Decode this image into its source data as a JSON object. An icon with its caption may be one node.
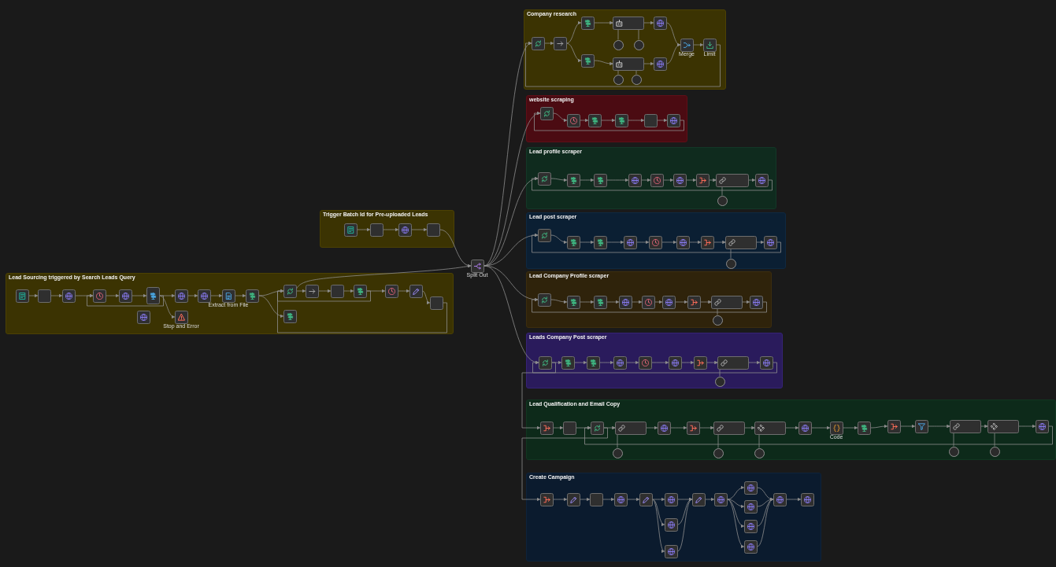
{
  "diagram": {
    "nodes": [
      {
        "text": [
          "Lead Sourcing triggered by Search Leads Query"
        ]
      },
      {
        "text": [],
        "shape": "box",
        "in": 0
      },
      {
        "text": [],
        "shape": "box",
        "in": 0
      },
      {
        "text": [],
        "shape": "box",
        "in": 0
      },
      {
        "text": [],
        "shape": "box",
        "in": 0
      },
      {
        "text": [],
        "shape": "box",
        "in": 0
      },
      {
        "text": [],
        "shape": "box",
        "in": 0
      },
      {
        "text": [],
        "shape": "box",
        "in": 0
      },
      {
        "text": [],
        "shape": "box",
        "in": 0
      },
      {
        "text": [
          "Stop and Error"
        ],
        "in": 0
      },
      {
        "text": [],
        "shape": "box",
        "in": 0
      },
      {
        "text": [
          "Extract from File"
        ],
        "in": 0
      },
      {
        "text": [],
        "shape": "box",
        "in": 0
      },
      {
        "text": [],
        "shape": "box",
        "in": 0
      },
      {
        "text": [],
        "shape": "box",
        "in": 0
      },
      {
        "text": [],
        "shape": "box",
        "in": 0
      },
      {
        "text": [],
        "shape": "box",
        "in": 0
      },
      {
        "text": [],
        "shape": "box",
        "in": 0
      },
      {
        "text": [],
        "shape": "box",
        "in": 0
      },
      {
        "text": [],
        "shape": "box",
        "in": 0
      },
      {
        "text": [],
        "shape": "box",
        "in": 0
      },
      {
        "text": [
          "Trigger Batch Id for Pre-uploaded Leads"
        ]
      },
      {
        "text": [],
        "shape": "box",
        "in": 21
      },
      {
        "text": [],
        "shape": "box",
        "in": 21
      },
      {
        "text": [],
        "shape": "box",
        "in": 21
      },
      {
        "text": [],
        "shape": "box",
        "in": 21
      },
      {
        "text": [
          "Split Out"
        ]
      },
      {
        "text": [
          "Company research"
        ]
      },
      {
        "text": [],
        "shape": "box",
        "in": 27
      },
      {
        "text": [],
        "shape": "box",
        "in": 27
      },
      {
        "text": [],
        "shape": "box",
        "in": 27
      },
      {
        "text": [],
        "shape": "box",
        "in": 27
      },
      {
        "text": [],
        "shape": "box",
        "in": 27
      },
      {
        "text": [],
        "shape": "box",
        "in": 27
      },
      {
        "text": [],
        "shape": "circle",
        "in": 27
      },
      {
        "text": [],
        "shape": "circle",
        "in": 27
      },
      {
        "text": [],
        "shape": "circle",
        "in": 27
      },
      {
        "text": [],
        "shape": "circle",
        "in": 27
      },
      {
        "text": [],
        "shape": "box",
        "in": 27
      },
      {
        "text": [],
        "shape": "box",
        "in": 27
      },
      {
        "text": [
          "Merge"
        ],
        "in": 27
      },
      {
        "text": [
          "Limit"
        ],
        "in": 27
      },
      {
        "text": [
          "website scraping"
        ]
      },
      {
        "text": [],
        "shape": "box",
        "in": 42
      },
      {
        "text": [],
        "shape": "box",
        "in": 42
      },
      {
        "text": [],
        "shape": "box",
        "in": 42
      },
      {
        "text": [],
        "shape": "box",
        "in": 42
      },
      {
        "text": [],
        "shape": "box",
        "in": 42
      },
      {
        "text": [],
        "shape": "box",
        "in": 42
      },
      {
        "text": [
          "Lead profile scraper"
        ]
      },
      {
        "text": [],
        "shape": "box",
        "in": 49
      },
      {
        "text": [],
        "shape": "box",
        "in": 49
      },
      {
        "text": [],
        "shape": "box",
        "in": 49
      },
      {
        "text": [],
        "shape": "box",
        "in": 49
      },
      {
        "text": [],
        "shape": "box",
        "in": 49
      },
      {
        "text": [],
        "shape": "box",
        "in": 49
      },
      {
        "text": [],
        "shape": "box",
        "in": 49
      },
      {
        "text": [],
        "shape": "box",
        "in": 49
      },
      {
        "text": [],
        "shape": "box",
        "in": 49
      },
      {
        "text": [],
        "shape": "circle",
        "in": 49
      },
      {
        "text": [
          "Lead post scraper"
        ]
      },
      {
        "text": [],
        "shape": "box",
        "in": 60
      },
      {
        "text": [],
        "shape": "box",
        "in": 60
      },
      {
        "text": [],
        "shape": "box",
        "in": 60
      },
      {
        "text": [],
        "shape": "box",
        "in": 60
      },
      {
        "text": [],
        "shape": "box",
        "in": 60
      },
      {
        "text": [],
        "shape": "box",
        "in": 60
      },
      {
        "text": [],
        "shape": "box",
        "in": 60
      },
      {
        "text": [],
        "shape": "box",
        "in": 60
      },
      {
        "text": [],
        "shape": "box",
        "in": 60
      },
      {
        "text": [],
        "shape": "circle",
        "in": 60
      },
      {
        "text": [
          "Lead Company Profile scraper"
        ]
      },
      {
        "text": [],
        "shape": "box",
        "in": 71
      },
      {
        "text": [],
        "shape": "box",
        "in": 71
      },
      {
        "text": [],
        "shape": "box",
        "in": 71
      },
      {
        "text": [],
        "shape": "box",
        "in": 71
      },
      {
        "text": [],
        "shape": "box",
        "in": 71
      },
      {
        "text": [],
        "shape": "box",
        "in": 71
      },
      {
        "text": [],
        "shape": "box",
        "in": 71
      },
      {
        "text": [],
        "shape": "box",
        "in": 71
      },
      {
        "text": [],
        "shape": "box",
        "in": 71
      },
      {
        "text": [],
        "shape": "circle",
        "in": 71
      },
      {
        "text": [
          "Leads Company Post scraper"
        ]
      },
      {
        "text": [],
        "shape": "box",
        "in": 82
      },
      {
        "text": [],
        "shape": "box",
        "in": 82
      },
      {
        "text": [],
        "shape": "box",
        "in": 82
      },
      {
        "text": [],
        "shape": "box",
        "in": 82
      },
      {
        "text": [],
        "shape": "box",
        "in": 82
      },
      {
        "text": [],
        "shape": "box",
        "in": 82
      },
      {
        "text": [],
        "shape": "box",
        "in": 82
      },
      {
        "text": [],
        "shape": "box",
        "in": 82
      },
      {
        "text": [],
        "shape": "box",
        "in": 82
      },
      {
        "text": [],
        "shape": "circle",
        "in": 82
      },
      {
        "text": [
          "Lead Qualification and Email Copy"
        ]
      },
      {
        "text": [],
        "shape": "box",
        "in": 93
      },
      {
        "text": [],
        "shape": "box",
        "in": 93
      },
      {
        "text": [],
        "shape": "box",
        "in": 93
      },
      {
        "text": [],
        "shape": "box",
        "in": 93
      },
      {
        "text": [],
        "shape": "box",
        "in": 93
      },
      {
        "text": [],
        "shape": "box",
        "in": 93
      },
      {
        "text": [],
        "shape": "box",
        "in": 93
      },
      {
        "text": [],
        "shape": "box",
        "in": 93
      },
      {
        "text": [],
        "shape": "box",
        "in": 93
      },
      {
        "text": [
          "Code"
        ],
        "in": 93
      },
      {
        "text": [],
        "shape": "box",
        "in": 93
      },
      {
        "text": [],
        "shape": "box",
        "in": 93
      },
      {
        "text": [],
        "shape": "box",
        "in": 93
      },
      {
        "text": [],
        "shape": "box",
        "in": 93
      },
      {
        "text": [],
        "shape": "box",
        "in": 93
      },
      {
        "text": [],
        "shape": "box",
        "in": 93
      },
      {
        "text": [],
        "shape": "circle",
        "in": 93
      },
      {
        "text": [],
        "shape": "circle",
        "in": 93
      },
      {
        "text": [],
        "shape": "circle",
        "in": 93
      },
      {
        "text": [],
        "shape": "circle",
        "in": 93
      },
      {
        "text": [],
        "shape": "circle",
        "in": 93
      },
      {
        "text": [
          "Create Campaign"
        ]
      },
      {
        "text": [],
        "shape": "box",
        "in": 115
      },
      {
        "text": [],
        "shape": "box",
        "in": 115
      },
      {
        "text": [],
        "shape": "box",
        "in": 115
      },
      {
        "text": [],
        "shape": "box",
        "in": 115
      },
      {
        "text": [],
        "shape": "box",
        "in": 115
      },
      {
        "text": [],
        "shape": "box",
        "in": 115
      },
      {
        "text": [],
        "shape": "box",
        "in": 115
      },
      {
        "text": [],
        "shape": "box",
        "in": 115
      },
      {
        "text": [],
        "shape": "box",
        "in": 115
      },
      {
        "text": [],
        "shape": "box",
        "in": 115
      },
      {
        "text": [],
        "shape": "box",
        "in": 115
      },
      {
        "text": [],
        "shape": "box",
        "in": 115
      },
      {
        "text": [],
        "shape": "box",
        "in": 115
      },
      {
        "text": [],
        "shape": "box",
        "in": 115
      },
      {
        "text": [],
        "shape": "box",
        "in": 115
      },
      {
        "text": [],
        "shape": "box",
        "in": 115
      }
    ],
    "edges": [
      {
        "from": 1,
        "to": 2,
        "arrow": "to"
      },
      {
        "from": 2,
        "to": 3,
        "arrow": "to"
      },
      {
        "from": 3,
        "to": 4,
        "arrow": "to"
      },
      {
        "from": 4,
        "to": 5,
        "arrow": "to"
      },
      {
        "from": 5,
        "to": 6,
        "arrow": "to"
      },
      {
        "from": 6,
        "to": 8,
        "arrow": "to"
      },
      {
        "from": 6,
        "to": 9,
        "arrow": "to"
      },
      {
        "from": 6,
        "to": 4,
        "arrow": "to"
      },
      {
        "from": 8,
        "to": 10,
        "arrow": "to"
      },
      {
        "from": 10,
        "to": 11,
        "arrow": "to"
      },
      {
        "from": 11,
        "to": 12,
        "arrow": "to"
      },
      {
        "from": 12,
        "to": 13,
        "arrow": "to"
      },
      {
        "from": 12,
        "to": 20,
        "arrow": "to"
      },
      {
        "from": 13,
        "to": 14,
        "arrow": "to"
      },
      {
        "from": 13,
        "to": 26,
        "arrow": "to"
      },
      {
        "from": 14,
        "to": 15,
        "arrow": "to"
      },
      {
        "from": 15,
        "to": 16,
        "arrow": "to"
      },
      {
        "from": 16,
        "to": 17,
        "arrow": "to"
      },
      {
        "from": 16,
        "to": 13,
        "arrow": "to"
      },
      {
        "from": 17,
        "to": 18,
        "arrow": "to"
      },
      {
        "from": 18,
        "to": 19,
        "arrow": "to"
      },
      {
        "from": 19,
        "to": 13,
        "arrow": "to"
      },
      {
        "from": 22,
        "to": 23,
        "arrow": "to"
      },
      {
        "from": 23,
        "to": 24,
        "arrow": "to"
      },
      {
        "from": 24,
        "to": 25,
        "arrow": "to"
      },
      {
        "from": 25,
        "to": 26,
        "arrow": "to"
      },
      {
        "from": 26,
        "to": 28,
        "arrow": "to"
      },
      {
        "from": 26,
        "to": 43,
        "arrow": "to"
      },
      {
        "from": 26,
        "to": 50,
        "arrow": "to"
      },
      {
        "from": 26,
        "to": 61,
        "arrow": "to"
      },
      {
        "from": 26,
        "to": 72,
        "arrow": "to"
      },
      {
        "from": 26,
        "to": 83,
        "arrow": "to"
      },
      {
        "from": 28,
        "to": 29,
        "arrow": "to"
      },
      {
        "from": 29,
        "to": 30,
        "arrow": "to"
      },
      {
        "from": 29,
        "to": 31,
        "arrow": "to"
      },
      {
        "from": 30,
        "to": 32,
        "arrow": "to"
      },
      {
        "from": 31,
        "to": 33,
        "arrow": "to"
      },
      {
        "from": 34,
        "to": 32,
        "arrow": "none"
      },
      {
        "from": 35,
        "to": 32,
        "arrow": "none"
      },
      {
        "from": 36,
        "to": 33,
        "arrow": "none"
      },
      {
        "from": 37,
        "to": 33,
        "arrow": "none"
      },
      {
        "from": 32,
        "to": 38,
        "arrow": "to"
      },
      {
        "from": 33,
        "to": 39,
        "arrow": "to"
      },
      {
        "from": 38,
        "to": 40,
        "arrow": "to"
      },
      {
        "from": 39,
        "to": 40,
        "arrow": "to"
      },
      {
        "from": 40,
        "to": 41,
        "arrow": "to"
      },
      {
        "from": 41,
        "to": 28,
        "arrow": "to"
      },
      {
        "from": 43,
        "to": 44,
        "arrow": "to"
      },
      {
        "from": 44,
        "to": 45,
        "arrow": "to"
      },
      {
        "from": 45,
        "to": 46,
        "arrow": "to"
      },
      {
        "from": 46,
        "to": 47,
        "arrow": "to"
      },
      {
        "from": 47,
        "to": 48,
        "arrow": "to"
      },
      {
        "from": 48,
        "to": 43,
        "arrow": "to"
      },
      {
        "from": 50,
        "to": 51,
        "arrow": "to"
      },
      {
        "from": 51,
        "to": 52,
        "arrow": "to"
      },
      {
        "from": 52,
        "to": 53,
        "arrow": "to"
      },
      {
        "from": 53,
        "to": 54,
        "arrow": "to"
      },
      {
        "from": 54,
        "to": 55,
        "arrow": "to"
      },
      {
        "from": 55,
        "to": 56,
        "arrow": "to"
      },
      {
        "from": 56,
        "to": 57,
        "arrow": "to"
      },
      {
        "from": 59,
        "to": 57,
        "arrow": "none"
      },
      {
        "from": 57,
        "to": 58,
        "arrow": "to"
      },
      {
        "from": 58,
        "to": 50,
        "arrow": "to"
      },
      {
        "from": 61,
        "to": 62,
        "arrow": "to"
      },
      {
        "from": 62,
        "to": 63,
        "arrow": "to"
      },
      {
        "from": 63,
        "to": 64,
        "arrow": "to"
      },
      {
        "from": 64,
        "to": 65,
        "arrow": "to"
      },
      {
        "from": 65,
        "to": 66,
        "arrow": "to"
      },
      {
        "from": 66,
        "to": 67,
        "arrow": "to"
      },
      {
        "from": 67,
        "to": 68,
        "arrow": "to"
      },
      {
        "from": 70,
        "to": 68,
        "arrow": "none"
      },
      {
        "from": 68,
        "to": 69,
        "arrow": "to"
      },
      {
        "from": 69,
        "to": 61,
        "arrow": "to"
      },
      {
        "from": 72,
        "to": 73,
        "arrow": "to"
      },
      {
        "from": 73,
        "to": 74,
        "arrow": "to"
      },
      {
        "from": 74,
        "to": 75,
        "arrow": "to"
      },
      {
        "from": 75,
        "to": 76,
        "arrow": "to"
      },
      {
        "from": 76,
        "to": 77,
        "arrow": "to"
      },
      {
        "from": 77,
        "to": 78,
        "arrow": "to"
      },
      {
        "from": 78,
        "to": 79,
        "arrow": "to"
      },
      {
        "from": 81,
        "to": 79,
        "arrow": "none"
      },
      {
        "from": 79,
        "to": 80,
        "arrow": "to"
      },
      {
        "from": 80,
        "to": 72,
        "arrow": "to"
      },
      {
        "from": 83,
        "to": 84,
        "arrow": "to"
      },
      {
        "from": 84,
        "to": 85,
        "arrow": "to"
      },
      {
        "from": 85,
        "to": 86,
        "arrow": "to"
      },
      {
        "from": 86,
        "to": 87,
        "arrow": "to"
      },
      {
        "from": 87,
        "to": 88,
        "arrow": "to"
      },
      {
        "from": 88,
        "to": 89,
        "arrow": "to"
      },
      {
        "from": 89,
        "to": 90,
        "arrow": "to"
      },
      {
        "from": 92,
        "to": 90,
        "arrow": "none"
      },
      {
        "from": 90,
        "to": 91,
        "arrow": "to"
      },
      {
        "from": 91,
        "to": 83,
        "arrow": "to"
      },
      {
        "from": 83,
        "to": 94,
        "arrow": "to"
      },
      {
        "from": 94,
        "to": 95,
        "arrow": "to"
      },
      {
        "from": 95,
        "to": 96,
        "arrow": "to"
      },
      {
        "from": 96,
        "to": 97,
        "arrow": "to"
      },
      {
        "from": 97,
        "to": 98,
        "arrow": "to"
      },
      {
        "from": 98,
        "to": 99,
        "arrow": "to"
      },
      {
        "from": 99,
        "to": 100,
        "arrow": "to"
      },
      {
        "from": 100,
        "to": 101,
        "arrow": "to"
      },
      {
        "from": 101,
        "to": 102,
        "arrow": "to"
      },
      {
        "from": 102,
        "to": 103,
        "arrow": "to"
      },
      {
        "from": 103,
        "to": 104,
        "arrow": "to"
      },
      {
        "from": 104,
        "to": 105,
        "arrow": "to"
      },
      {
        "from": 105,
        "to": 106,
        "arrow": "to"
      },
      {
        "from": 106,
        "to": 107,
        "arrow": "to"
      },
      {
        "from": 107,
        "to": 108,
        "arrow": "to"
      },
      {
        "from": 108,
        "to": 109,
        "arrow": "to"
      },
      {
        "from": 109,
        "to": 96,
        "arrow": "to"
      },
      {
        "from": 110,
        "to": 97,
        "arrow": "none"
      },
      {
        "from": 111,
        "to": 100,
        "arrow": "none"
      },
      {
        "from": 112,
        "to": 101,
        "arrow": "none"
      },
      {
        "from": 113,
        "to": 107,
        "arrow": "none"
      },
      {
        "from": 114,
        "to": 108,
        "arrow": "none"
      },
      {
        "from": 96,
        "to": 116,
        "arrow": "to"
      },
      {
        "from": 116,
        "to": 117,
        "arrow": "to"
      },
      {
        "from": 117,
        "to": 118,
        "arrow": "to"
      },
      {
        "from": 118,
        "to": 119,
        "arrow": "to"
      },
      {
        "from": 119,
        "to": 120,
        "arrow": "to"
      },
      {
        "from": 120,
        "to": 121,
        "arrow": "to"
      },
      {
        "from": 120,
        "to": 122,
        "arrow": "to"
      },
      {
        "from": 120,
        "to": 123,
        "arrow": "to"
      },
      {
        "from": 121,
        "to": 124,
        "arrow": "to"
      },
      {
        "from": 122,
        "to": 124,
        "arrow": "to"
      },
      {
        "from": 123,
        "to": 124,
        "arrow": "to"
      },
      {
        "from": 124,
        "to": 125,
        "arrow": "to"
      },
      {
        "from": 125,
        "to": 126,
        "arrow": "to"
      },
      {
        "from": 125,
        "to": 127,
        "arrow": "to"
      },
      {
        "from": 125,
        "to": 128,
        "arrow": "to"
      },
      {
        "from": 125,
        "to": 129,
        "arrow": "to"
      },
      {
        "from": 126,
        "to": 130,
        "arrow": "to"
      },
      {
        "from": 127,
        "to": 130,
        "arrow": "to"
      },
      {
        "from": 128,
        "to": 130,
        "arrow": "to"
      },
      {
        "from": 129,
        "to": 130,
        "arrow": "to"
      },
      {
        "from": 130,
        "to": 131,
        "arrow": "to"
      }
    ]
  }
}
